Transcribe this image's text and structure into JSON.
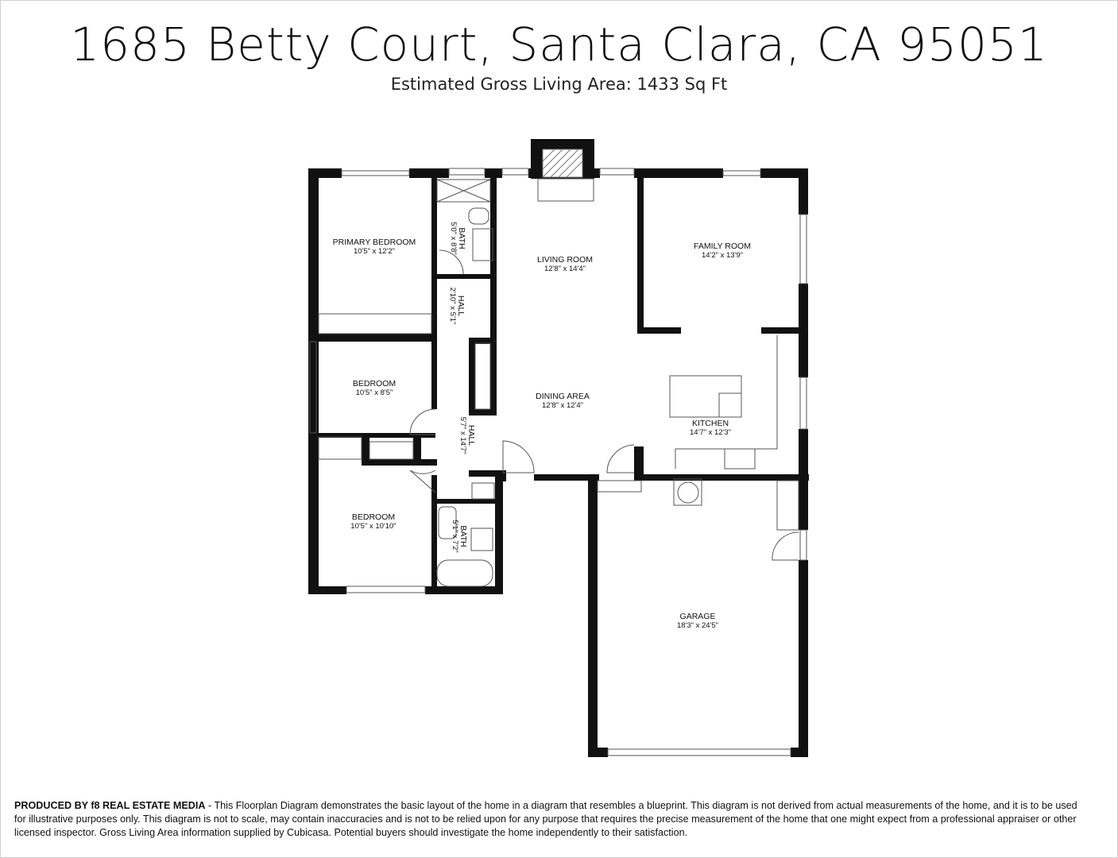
{
  "header": {
    "title": "1685 Betty Court, Santa Clara, CA  95051",
    "subtitle": "Estimated Gross Living Area: 1433 Sq Ft"
  },
  "rooms": [
    {
      "id": "primary-bedroom",
      "name": "PRIMARY BEDROOM",
      "dims": "10'5\" x 12'2\""
    },
    {
      "id": "bath-1",
      "name": "BATH",
      "dims": "5'0\" x 8'8\""
    },
    {
      "id": "hall-1",
      "name": "HALL",
      "dims": "2'10\" x 5'1\""
    },
    {
      "id": "living-room",
      "name": "LIVING ROOM",
      "dims": "12'8\" x 14'4\""
    },
    {
      "id": "family-room",
      "name": "FAMILY ROOM",
      "dims": "14'2\" x 13'9\""
    },
    {
      "id": "bedroom-1",
      "name": "BEDROOM",
      "dims": "10'5\" x 8'5\""
    },
    {
      "id": "dining-area",
      "name": "DINING AREA",
      "dims": "12'8\" x 12'4\""
    },
    {
      "id": "kitchen",
      "name": "KITCHEN",
      "dims": "14'7\" x 12'3\""
    },
    {
      "id": "hall-2",
      "name": "HALL",
      "dims": "5'7\" x 14'7\""
    },
    {
      "id": "bedroom-2",
      "name": "BEDROOM",
      "dims": "10'5\" x 10'10\""
    },
    {
      "id": "bath-2",
      "name": "BATH",
      "dims": "5'1\" x 7'2\""
    },
    {
      "id": "garage",
      "name": "GARAGE",
      "dims": "18'3\" x 24'5\""
    }
  ],
  "footer": {
    "producer": "PRODUCED BY f8 REAL ESTATE MEDIA",
    "disclaimer": " - This Floorplan Diagram demonstrates the basic layout of the home in a diagram that resembles a blueprint. This diagram is not derived from actual measurements of the home, and it is to be used for illustrative purposes only. This diagram is not to scale, may contain inaccuracies and is not to be relied upon for any purpose that requires the precise measurement of the home that one might expect from a professional appraiser or other licensed inspector. Gross Living Area information supplied by Cubicasa. Potential buyers should investigate the home independently to their satisfaction."
  },
  "colors": {
    "wall": "#111111",
    "fixture": "#555555",
    "background": "#ffffff"
  }
}
